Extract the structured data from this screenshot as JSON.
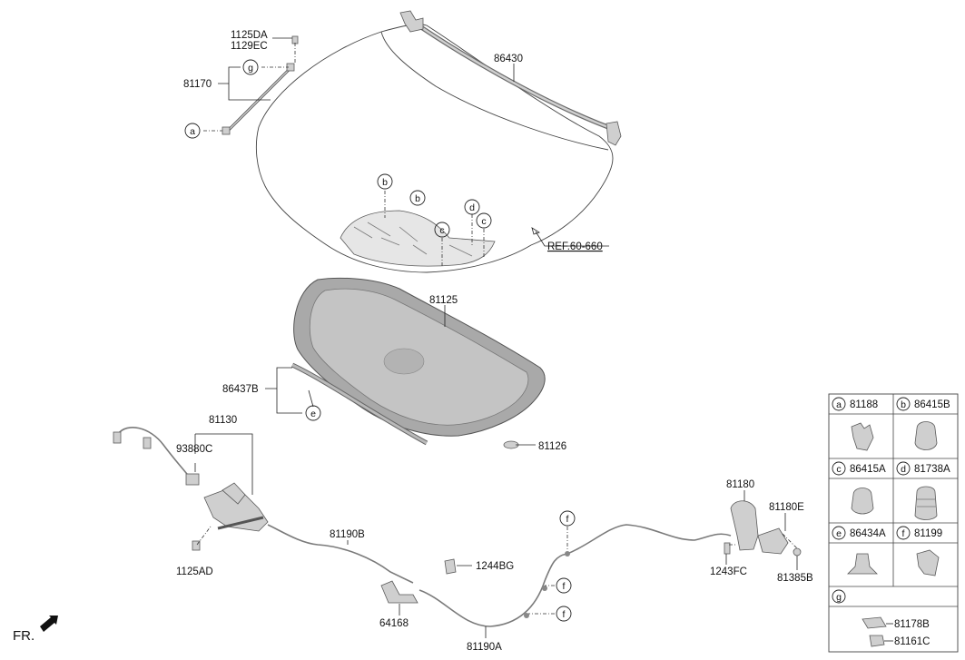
{
  "callouts": {
    "p1125DA": "1125DA",
    "p1129EC": "1129EC",
    "p81170": "81170",
    "p86430": "86430",
    "ref": "REF.60-660",
    "p81125": "81125",
    "p86437B": "86437B",
    "p81126": "81126",
    "p81130": "81130",
    "p93880C": "93880C",
    "p1125AD": "1125AD",
    "p81190B": "81190B",
    "p1244BG": "1244BG",
    "p64168": "64168",
    "p81190A": "81190A",
    "p81180": "81180",
    "p81180E": "81180E",
    "p1243FC": "1243FC",
    "p81385B": "81385B",
    "fr": "FR."
  },
  "letters": {
    "a": "a",
    "b": "b",
    "c": "c",
    "d": "d",
    "e": "e",
    "f": "f",
    "g": "g"
  },
  "legend": {
    "cells": [
      {
        "letter": "a",
        "part": "81188"
      },
      {
        "letter": "b",
        "part": "86415B"
      },
      {
        "letter": "c",
        "part": "86415A"
      },
      {
        "letter": "d",
        "part": "81738A"
      },
      {
        "letter": "e",
        "part": "86434A"
      },
      {
        "letter": "f",
        "part": "81199"
      }
    ],
    "g": {
      "letter": "g",
      "parts": [
        "81178B",
        "81161C"
      ]
    }
  }
}
